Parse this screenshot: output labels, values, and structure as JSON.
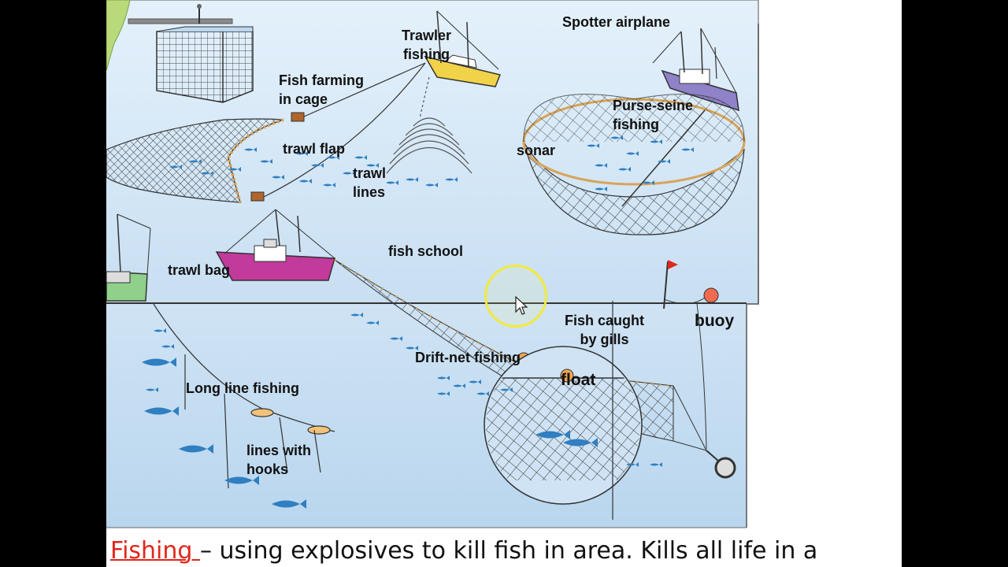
{
  "diagram": {
    "labels": {
      "trawler_fishing": [
        "Trawler",
        "fishing"
      ],
      "spotter_airplane": "Spotter airplane",
      "fish_farming": [
        "Fish farming",
        "in cage"
      ],
      "purse_seine": [
        "Purse-seine",
        "fishing"
      ],
      "trawl_flap": "trawl flap",
      "sonar": "sonar",
      "trawl_lines": [
        "trawl",
        "lines"
      ],
      "fish_school": "fish school",
      "trawl_bag": "trawl bag",
      "fish_caught_by_gills": [
        "Fish caught",
        "by gills"
      ],
      "buoy": "buoy",
      "drift_net_fishing": "Drift-net fishing",
      "float": "float",
      "long_line_fishing": "Long line fishing",
      "lines_with_hooks": [
        "lines with",
        "hooks"
      ]
    },
    "colors": {
      "sky_water": "#d3e7f6",
      "deep_water": "#c3dcf1",
      "fish": "#2f7fc1",
      "trawler_hull": "#f1d34a",
      "purse_boat_hull": "#8f82c9",
      "trawl_boat_hull": "#c23a9c",
      "side_boat_hull": "#8fd18a",
      "buoy": "#f26b4f",
      "caption_term": "#e1261c"
    }
  },
  "caption": {
    "term": "Fishing ",
    "text": " – using explosives to kill fish in area. Kills all life in a"
  }
}
